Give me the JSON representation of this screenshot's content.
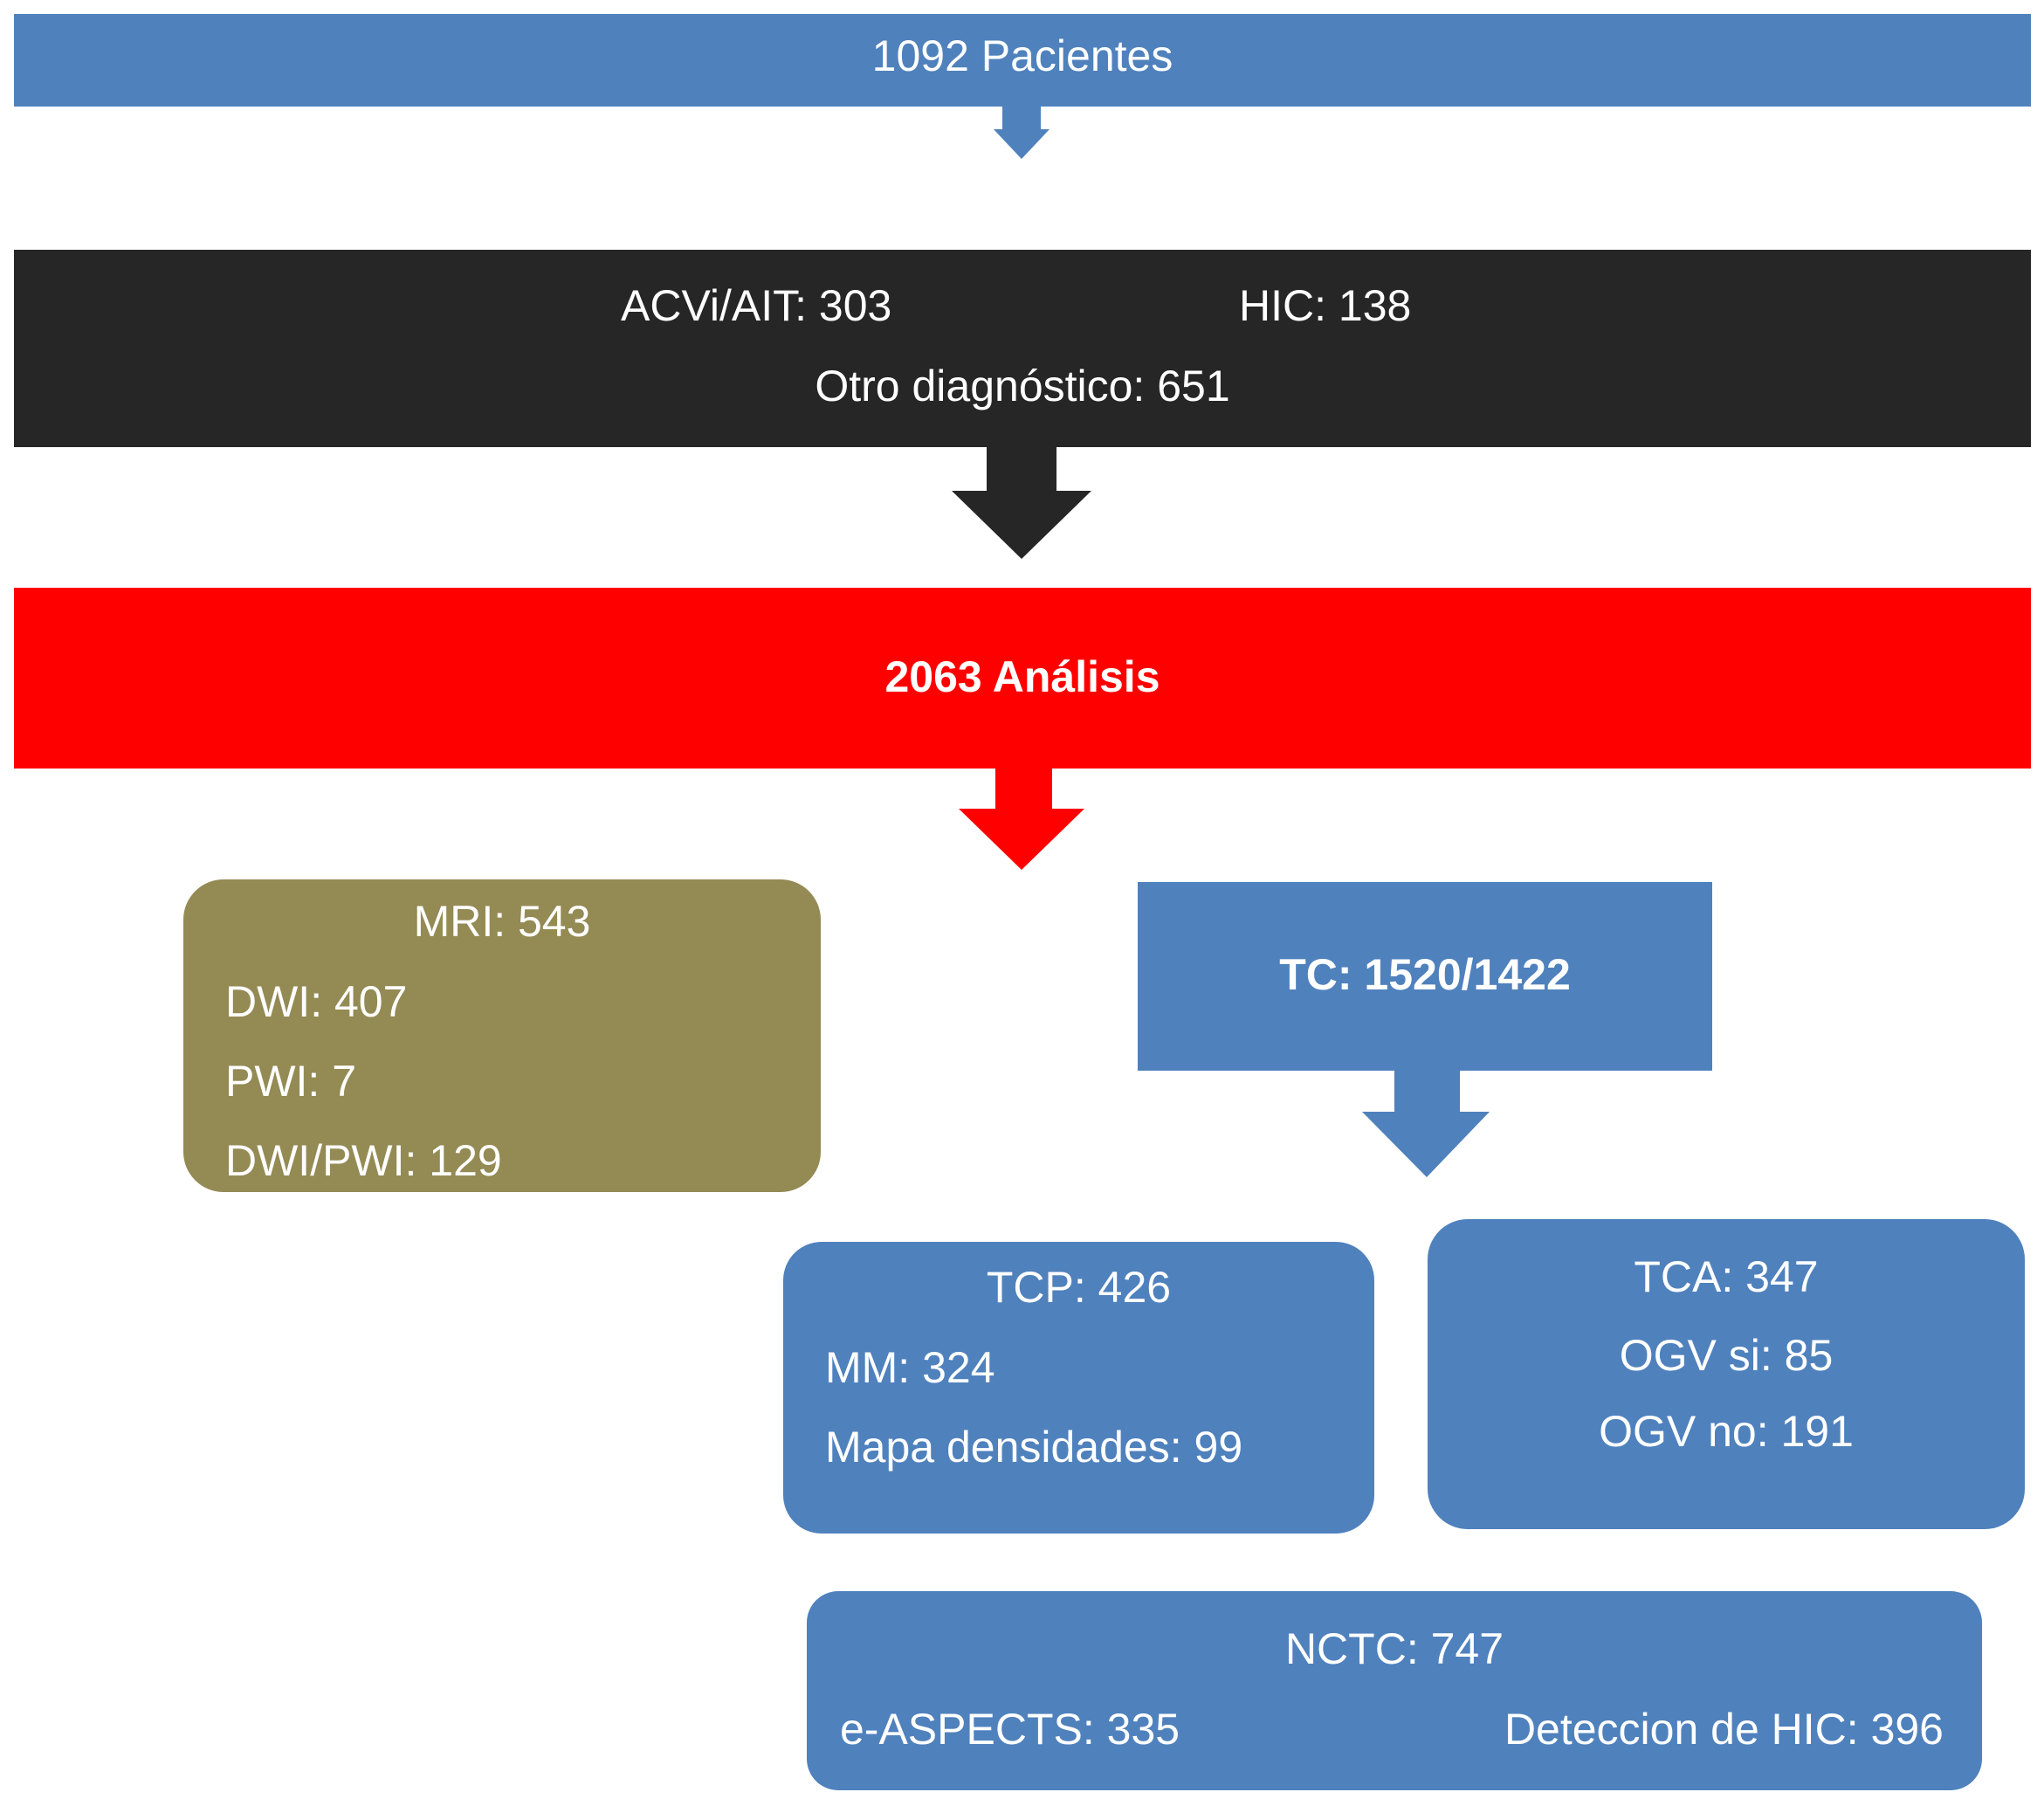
{
  "colors": {
    "blue": "#4f81bd",
    "black": "#262626",
    "red": "#ff0000",
    "olive": "#948a54",
    "white": "#ffffff"
  },
  "patients": {
    "label": "1092 Pacientes"
  },
  "diagnosis": {
    "acvi": "ACVi/AIT: 303",
    "hic": "HIC: 138",
    "other": "Otro diagnóstico: 651"
  },
  "analysis": {
    "label": "2063 Análisis"
  },
  "mri": {
    "title": "MRI: 543",
    "dwi": "DWI: 407",
    "pwi": "PWI: 7",
    "dwi_pwi": "DWI/PWI: 129"
  },
  "tc": {
    "label": "TC: 1520/1422"
  },
  "tcp": {
    "title": "TCP:  426",
    "mm": "MM: 324",
    "mapa": "Mapa densidades: 99"
  },
  "tca": {
    "title": "TCA: 347",
    "ogv_si": "OGV si: 85",
    "ogv_no": "OGV no: 191"
  },
  "nctc": {
    "title": "NCTC: 747",
    "aspects": "e-ASPECTS: 335",
    "hic_detect": "Deteccion de HIC: 396"
  }
}
